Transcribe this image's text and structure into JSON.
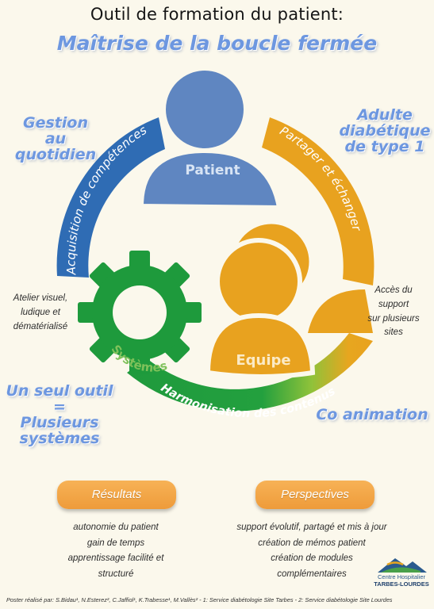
{
  "title": {
    "line1": "Outil de formation du patient:",
    "line2": "Maîtrise de la boucle fermée"
  },
  "diagram": {
    "patient_label": "Patient",
    "equipe_label": "Equipe",
    "systemes_label": "Systèmes",
    "arc_blue_label": "Acquisition de compétences",
    "arc_orange_label": "Partager et échanger",
    "arc_green_label": "Harmonisation des contenus"
  },
  "corners": {
    "top_left": [
      "Gestion",
      "au",
      "quotidien"
    ],
    "top_right": [
      "Adulte",
      "diabétique",
      "de type 1"
    ],
    "mid_left": [
      "Atelier visuel,",
      "ludique et",
      "dématérialisé"
    ],
    "mid_right": [
      "Accès du",
      "support",
      "sur plusieurs",
      "sites"
    ],
    "bottom_left": [
      "Un seul outil",
      "=",
      "Plusieurs",
      "systèmes"
    ],
    "bottom_right": "Co animation"
  },
  "resultats": {
    "label": "Résultats",
    "items": [
      "autonomie du patient",
      "gain de temps",
      "apprentissage facilité et",
      "structuré"
    ]
  },
  "perspectives": {
    "label": "Perspectives",
    "items": [
      "support évolutif, partagé et mis à jour",
      "création de mémos patient",
      "création de modules",
      "complémentaires"
    ]
  },
  "footer": "Poster réalisé par: S.Bidau¹, N.Esterez², C.Jaffiol¹, K.Trabesse¹, M.Vallès² - 1: Service diabétologie Site Tarbes - 2: Service diabétologie Site Lourdes",
  "logo": {
    "line1": "Centre Hospitalier",
    "line2": "TARBES-LOURDES"
  },
  "colors": {
    "blue": "#2f6cb4",
    "blue_light": "#5f86c1",
    "orange": "#e8a21f",
    "green": "#1e9a3c",
    "title_blue": "#6d97e0",
    "background": "#fbf8ec"
  }
}
